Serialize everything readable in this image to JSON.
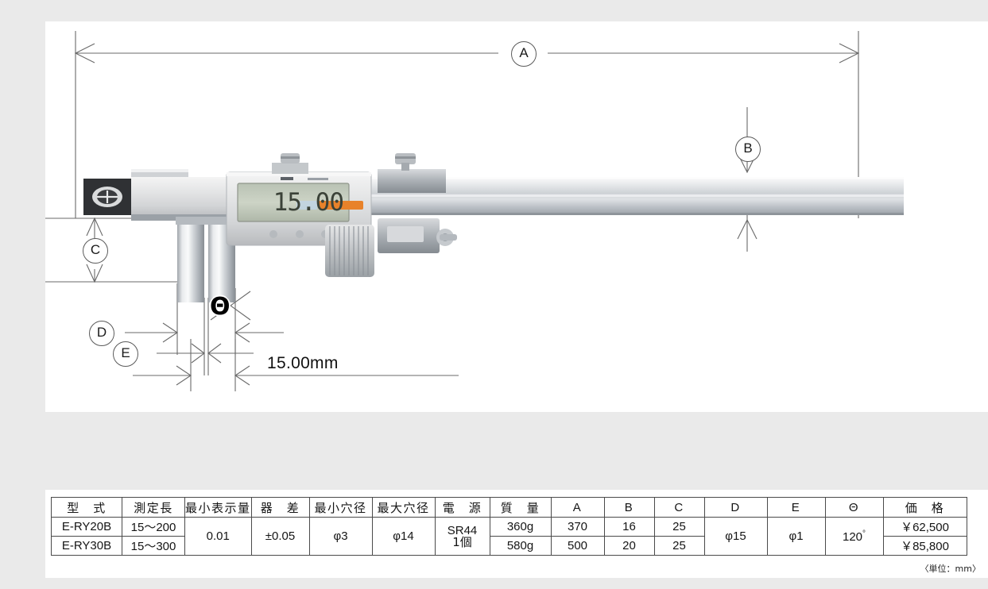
{
  "drawing": {
    "display_value": "15.00",
    "dimension_label_15mm": "15.00mm",
    "callouts": {
      "a": "A",
      "b": "B",
      "c": "C",
      "d": "D",
      "e": "E",
      "theta": "Θ"
    }
  },
  "table": {
    "headers": [
      "型　式",
      "測定長",
      "最小表示量",
      "器　差",
      "最小穴径",
      "最大穴径",
      "電　源",
      "質　量",
      "A",
      "B",
      "C",
      "D",
      "E",
      "Θ",
      "価　格"
    ],
    "rows": [
      {
        "model": "E-RY20B",
        "range": "15～200",
        "resolution": "0.01",
        "accuracy": "±0.05",
        "min_hole": "φ3",
        "max_hole": "φ14",
        "power": "SR44",
        "power_qty": "1個",
        "weight": "360g",
        "a": "370",
        "b": "16",
        "c": "25",
        "d": "φ15",
        "e": "φ1",
        "theta": "120",
        "theta_unit": "°",
        "price": "￥62,500"
      },
      {
        "model": "E-RY30B",
        "range": "15～300",
        "weight": "580g",
        "a": "500",
        "b": "20",
        "c": "25",
        "price": "￥85,800"
      }
    ],
    "unit_note": "〈単位：mm〉"
  },
  "colors": {
    "page_background": "#eaeaea",
    "panel_background": "#ffffff",
    "line": "#6a6a6a",
    "text": "#151515",
    "metal_light": "#f2f2f2",
    "metal_mid": "#c9ccd0",
    "metal_dark": "#8d9298",
    "accent_orange": "#e8822a"
  }
}
